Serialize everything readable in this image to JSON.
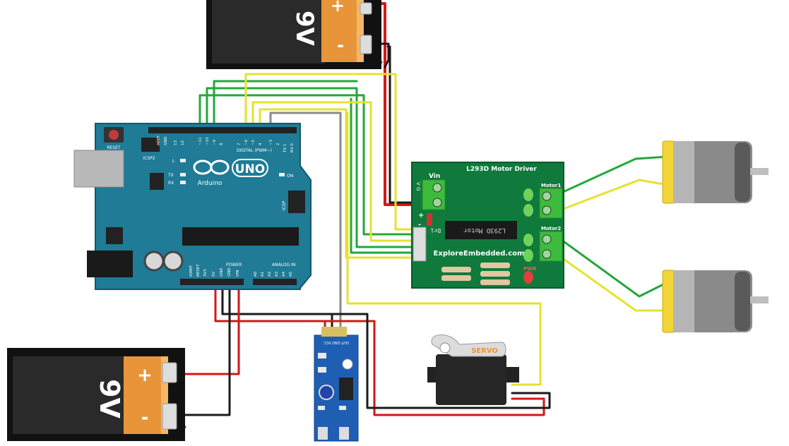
{
  "battery_top": {
    "polarity_plus": "+",
    "polarity_minus": "-",
    "voltage": "9V"
  },
  "battery_bottom": {
    "polarity_plus": "+",
    "polarity_minus": "-",
    "voltage": "9V"
  },
  "arduino": {
    "logo_text": "UNO",
    "brand": "Arduino",
    "reset_label": "RESET",
    "icsp2_label": "ICSP2",
    "icsp_label": "ICSP",
    "digital_label": "DIGITAL (PWM~)",
    "power_label": "POWER",
    "analog_label": "ANALOG IN",
    "on_label": "ON",
    "tx_label": "TX",
    "rx_label": "RX",
    "l_label": "L",
    "digital_pins": [
      "AREF",
      "GND",
      "13",
      "12",
      "~11",
      "~10",
      "~9",
      "8",
      "7",
      "~6",
      "~5",
      "4",
      "~3",
      "2",
      "TX 1",
      "RX 0"
    ],
    "power_pins": [
      "IOREF",
      "RESET",
      "3V3",
      "5V",
      "GND",
      "GND",
      "VIN"
    ],
    "analog_pins": [
      "A0",
      "A1",
      "A2",
      "A3",
      "A4",
      "A5"
    ]
  },
  "motor_driver": {
    "title": "L293D Motor Driver",
    "vin_label": "Vin",
    "motor1_label": "Motor1",
    "motor2_label": "Motor2",
    "chip_text": "L293D Motor",
    "chip_text_left": "Dri",
    "website": "ExploreEmbedded.com",
    "pwr_label": "PWR",
    "plus": "+",
    "minus": "-",
    "side_pins": "V G"
  },
  "servo": {
    "label": "SERVO"
  },
  "sensor": {
    "pin_labels": "OUT GND VCC"
  },
  "colors": {
    "board_blue": "#1f7b96",
    "driver_green": "#0f7a3c",
    "sensor_blue": "#1e5fb4",
    "wire_red": "#d21818",
    "wire_black": "#1a1a1a",
    "wire_green": "#22a83a",
    "wire_yellow": "#e6e230",
    "wire_gray": "#8a8a8a"
  }
}
